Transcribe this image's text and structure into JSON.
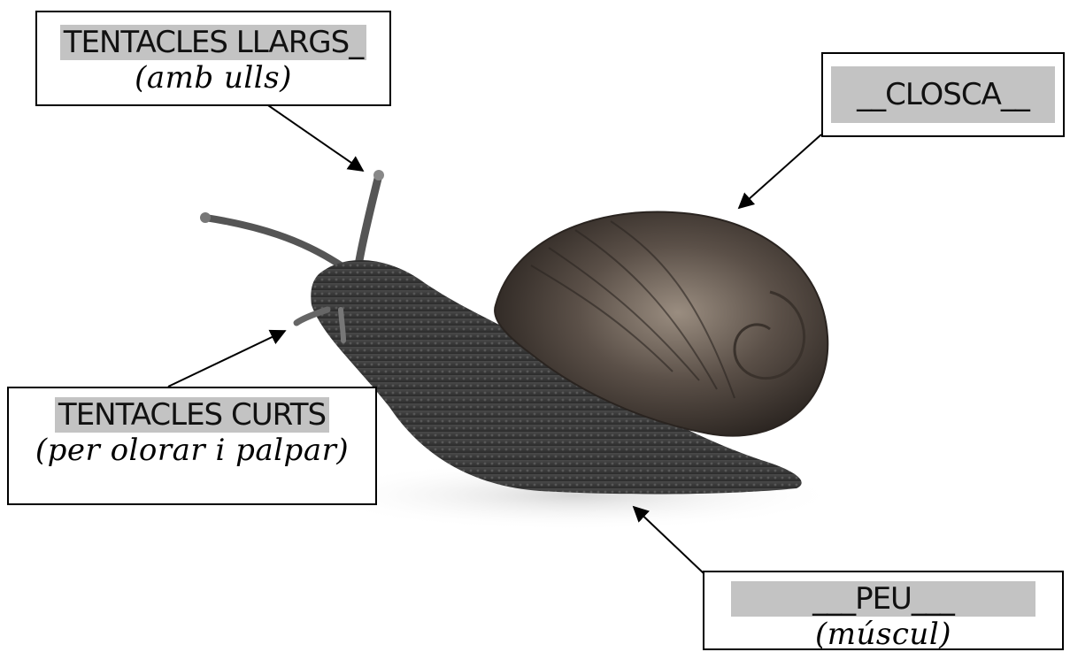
{
  "labels": {
    "long_tentacles": {
      "title": "TENTACLES LLARGS_",
      "note": "(amb ulls)"
    },
    "shell": {
      "title": "__CLOSCA__"
    },
    "short_tentacles": {
      "title": "TENTACLES CURTS",
      "note": "(per olorar i palpar)"
    },
    "foot": {
      "title": "___PEU___",
      "note": "(múscul)"
    }
  },
  "colors": {
    "highlight": "#c3c3c3",
    "border": "#000000",
    "snail_body": "#3a3a3a",
    "shell": "#5a4e45"
  }
}
